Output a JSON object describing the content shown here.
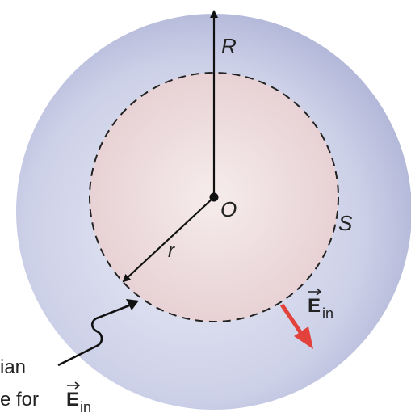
{
  "labels": {
    "outer_radius": "R",
    "center": "O",
    "inner_radius": "r",
    "gaussian_surface": "S",
    "field_symbol": "E",
    "field_subscript": "in",
    "caption_line1": "ian",
    "caption_line2_prefix": "e for ",
    "caption_field_symbol": "E",
    "caption_field_subscript": "in"
  },
  "colors": {
    "outer_sphere": "#c9cde6",
    "outer_sphere_edge": "#a9afd3",
    "inner_sphere": "#ecd7d8",
    "field_arrow": "#e2423b",
    "lines": "#111111"
  }
}
